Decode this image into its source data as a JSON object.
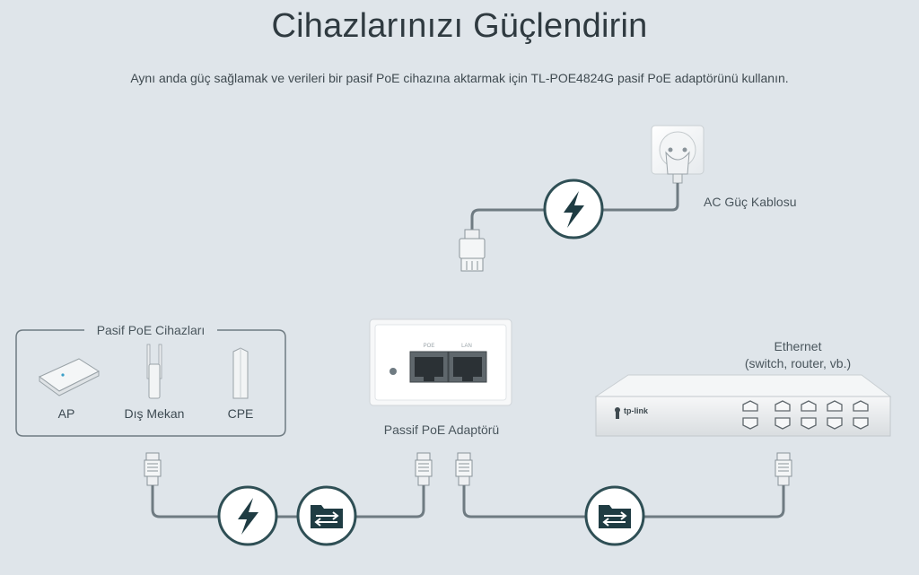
{
  "title": "Cihazlarınızı Güçlendirin",
  "subtitle": "Aynı anda güç sağlamak ve verileri bir pasif PoE cihazına aktarmak için TL-POE4824G pasif PoE adaptörünü kullanın.",
  "ac_cable_label": "AC Güç Kablosu",
  "devices_group": {
    "title": "Pasif PoE Cihazları",
    "items": [
      {
        "label": "AP"
      },
      {
        "label": "Dış Mekan"
      },
      {
        "label": "CPE"
      }
    ]
  },
  "adapter": {
    "label": "Passif PoE Adaptörü",
    "port_poe": "POE",
    "port_lan": "LAN"
  },
  "ethernet": {
    "line1": "Ethernet",
    "line2": "(switch, router, vb.)",
    "brand": "tp-link"
  },
  "colors": {
    "background": "#dfe5ea",
    "line": "#2f4f55",
    "cable": "#6f7b82"
  },
  "icons": [
    "power-bolt-icon",
    "data-transfer-icon",
    "data-transfer-icon"
  ]
}
